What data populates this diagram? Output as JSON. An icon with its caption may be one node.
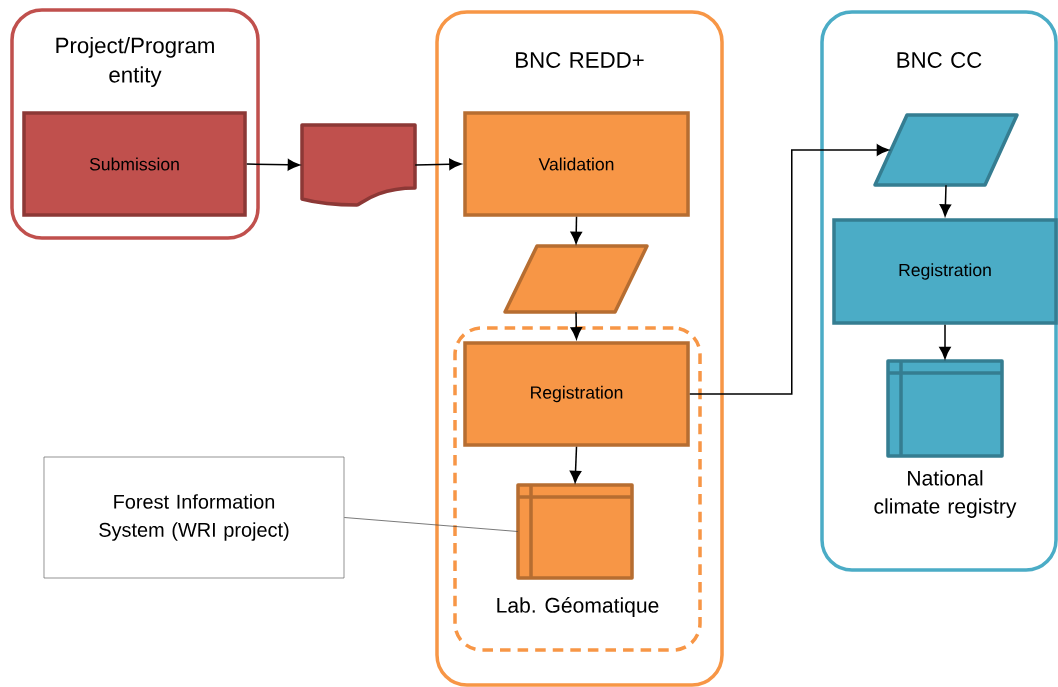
{
  "diagram": {
    "nodes": [
      {
        "text": [
          "Project/Program entity"
        ]
      },
      {
        "text": [
          "Submission"
        ],
        "in": 0
      },
      {
        "text": [],
        "shape": "document"
      },
      {
        "text": [
          "BNC REDD+"
        ]
      },
      {
        "text": [
          "Validation"
        ],
        "in": 3
      },
      {
        "text": [],
        "shape": "parallelogram",
        "in": 3
      },
      {
        "text": [
          "Lab. Géomatique"
        ],
        "in": 3
      },
      {
        "text": [
          "Registration"
        ],
        "in": 6
      },
      {
        "text": [],
        "shape": "box",
        "in": 6
      },
      {
        "text": [
          "BNC CC"
        ]
      },
      {
        "text": [],
        "shape": "parallelogram",
        "in": 9
      },
      {
        "text": [
          "Registration"
        ],
        "in": 9
      },
      {
        "text": [],
        "shape": "box",
        "in": 9,
        "beside": [
          "National climate registry"
        ]
      },
      {
        "text": [
          "Forest Information System (WRI project)"
        ]
      }
    ],
    "edges": [
      {
        "from": 1,
        "to": 2,
        "arrow": "to"
      },
      {
        "from": 2,
        "to": 4,
        "arrow": "to"
      },
      {
        "from": 4,
        "to": 5,
        "arrow": "to"
      },
      {
        "from": 5,
        "to": 7,
        "arrow": "to"
      },
      {
        "from": 7,
        "to": 8,
        "arrow": "to"
      },
      {
        "from": 7,
        "to": 10,
        "arrow": "to"
      },
      {
        "from": 10,
        "to": 11,
        "arrow": "to"
      },
      {
        "from": 11,
        "to": 12,
        "arrow": "to"
      },
      {
        "from": 13,
        "to": 8,
        "arrow": "none",
        "color": "#404040"
      }
    ]
  }
}
